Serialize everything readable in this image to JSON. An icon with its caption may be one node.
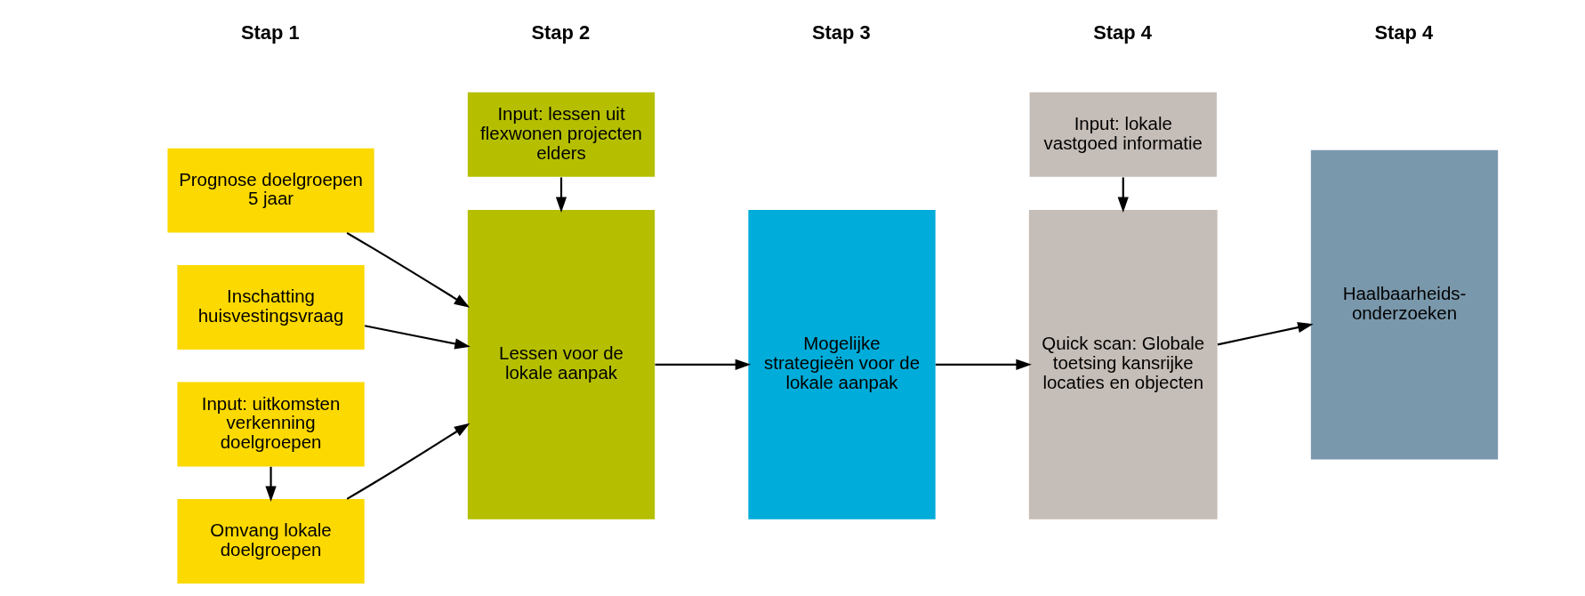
{
  "diagram": {
    "nodes": [
      {
        "text": [
          "Input: uitkomsten verkenning doelgroepen"
        ]
      },
      {
        "text": [
          "Omvang lokale doelgroepen"
        ]
      },
      {
        "text": [
          "Prognose doelgroepen 5 jaar"
        ]
      },
      {
        "text": [
          "Inschatting huisvestingsvraag"
        ]
      },
      {
        "text": [
          "Input: lessen uit flexwonen projecten elders"
        ]
      },
      {
        "text": [
          "Lessen voor de lokale aanpak"
        ]
      },
      {
        "text": [
          "Mogelijke strategieën voor de lokale aanpak"
        ]
      },
      {
        "text": [
          "Input: lokale vastgoed informatie"
        ]
      },
      {
        "text": [
          "Quick scan: Globale toetsing kansrijke locaties en objecten"
        ]
      },
      {
        "text": [
          "Haalbaarheids- onderzoeken"
        ]
      }
    ],
    "edges": [
      {
        "from": 0,
        "to": 1,
        "arrow": "to"
      },
      {
        "from": 4,
        "to": 5,
        "arrow": "to"
      },
      {
        "from": 1,
        "to": 5,
        "arrow": "to"
      },
      {
        "from": 2,
        "to": 5,
        "arrow": "to"
      },
      {
        "from": 3,
        "to": 5,
        "arrow": "to"
      },
      {
        "from": 5,
        "to": 6,
        "arrow": "to"
      },
      {
        "from": 7,
        "to": 8,
        "arrow": "to"
      },
      {
        "from": 6,
        "to": 8,
        "arrow": "to"
      },
      {
        "from": 8,
        "to": 9,
        "arrow": "to"
      }
    ],
    "labels": [
      "Stap 1",
      "Stap 2",
      "Stap 3",
      "Stap 4",
      "Stap 4"
    ]
  }
}
